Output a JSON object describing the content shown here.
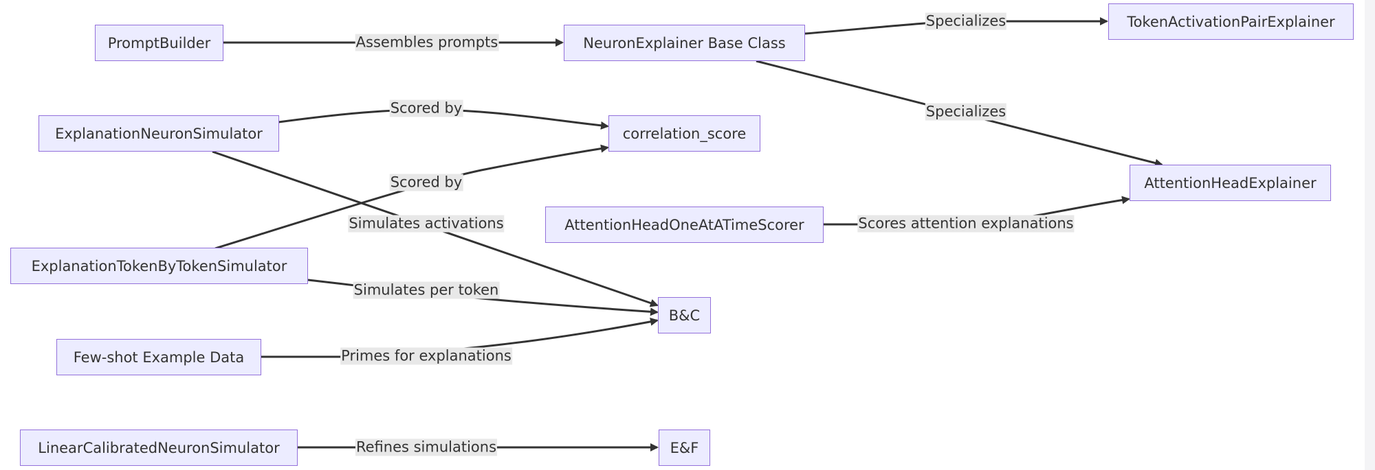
{
  "diagram": {
    "nodes": {
      "prompt_builder": "PromptBuilder",
      "neuron_explainer": "NeuronExplainer Base Class",
      "token_pair_explainer": "TokenActivationPairExplainer",
      "attention_head_explainer": "AttentionHeadExplainer",
      "explanation_neuron_sim": "ExplanationNeuronSimulator",
      "correlation_score": "correlation_score",
      "attention_scorer": "AttentionHeadOneAtATimeScorer",
      "token_by_token_sim": "ExplanationTokenByTokenSimulator",
      "bc": "B&C",
      "few_shot": "Few-shot Example Data",
      "linear_calibrated": "LinearCalibratedNeuronSimulator",
      "ef": "E&F"
    },
    "edges": {
      "assembles_prompts": "Assembles prompts",
      "specializes_token": "Specializes",
      "specializes_attention": "Specializes",
      "scored_by_neuron": "Scored by",
      "scored_by_token": "Scored by",
      "simulates_activations": "Simulates activations",
      "scores_attention": "Scores attention explanations",
      "simulates_per_token": "Simulates per token",
      "primes_for_explanations": "Primes for explanations",
      "refines_simulations": "Refines simulations"
    },
    "colors": {
      "node_fill": "#ECECFF",
      "node_border": "#9370DB",
      "edge": "#333333",
      "label_bg": "#e8e8e8",
      "text": "#333333"
    }
  }
}
